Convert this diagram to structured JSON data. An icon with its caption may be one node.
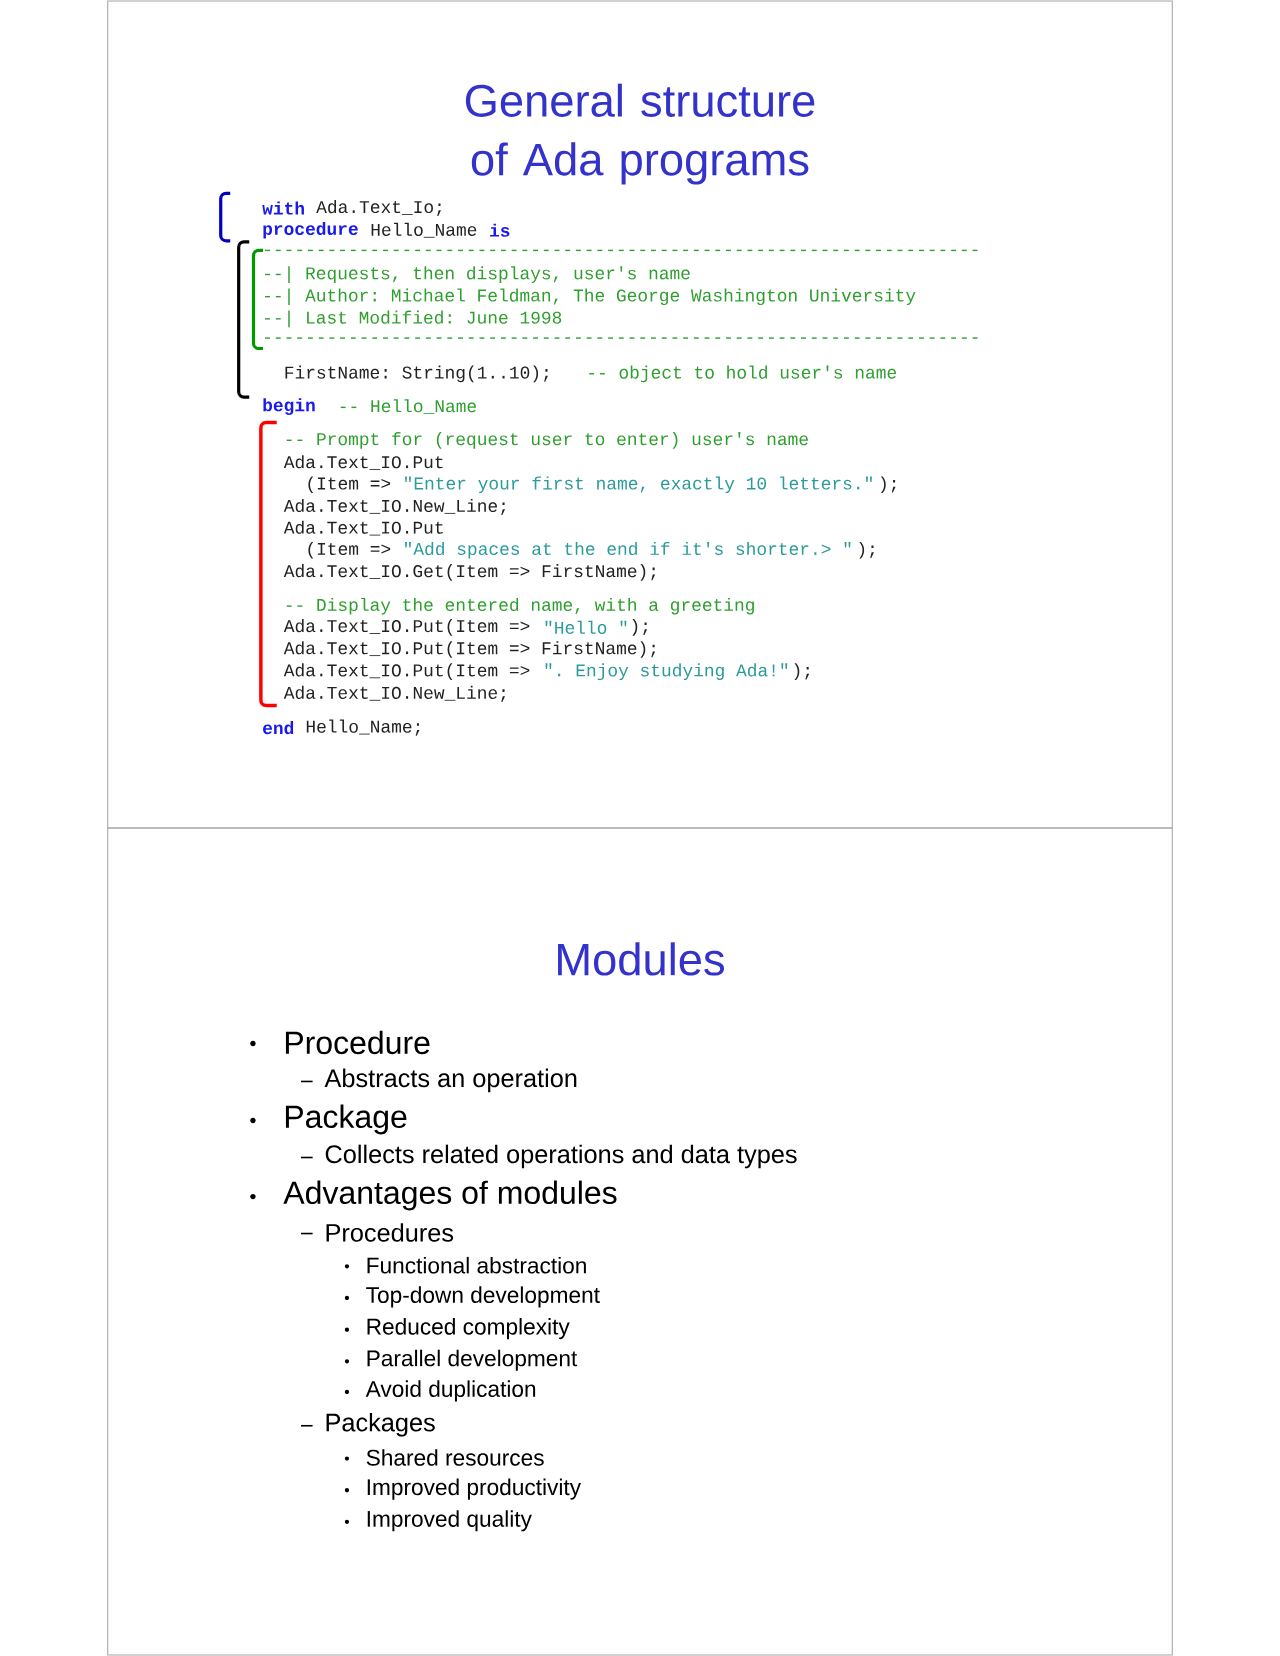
{
  "diagram": {
    "title": "General structure of Ada programs",
    "labels": [
      "with",
      "Ada.Text_Io;",
      "procedure",
      "Hello_Name",
      "is",
      "-------------------------------------------------------------------",
      "--| Requests, then displays, user's name",
      "--| Author: Michael Feldman, The George Washington University",
      "--| Last Modified: June 1998",
      "-------------------------------------------------------------------",
      "FirstName: String(1..10);",
      "-- object to hold user's name",
      "begin",
      "-- Hello_Name",
      "-- Prompt for (request user to enter) user's name",
      "Ada.Text_IO.Put",
      "(Item =>",
      "\"Enter your first name, exactly 10 letters.\"",
      ");",
      "Ada.Text_IO.New_Line;",
      "Ada.Text_IO.Put",
      "(Item =>",
      "\"Add spaces at the end if it's shorter.> \"",
      ");",
      "Ada.Text_IO.Get(Item => FirstName);",
      "-- Display the entered name, with a greeting",
      "Ada.Text_IO.Put(Item =>",
      "\"Hello \"",
      ");",
      "Ada.Text_IO.Put(Item => FirstName);",
      "Ada.Text_IO.Put(Item =>",
      "\". Enjoy studying Ada!\"",
      ");",
      "Ada.Text_IO.New_Line;",
      "end",
      "Hello_Name;",
      "Modules",
      "Procedure",
      "Abstracts an operation",
      "Package",
      "Collects related operations and data types",
      "Advantages of modules",
      "Procedures",
      "Functional abstraction",
      "Top-down development",
      "Reduced complexity",
      "Parallel development",
      "Avoid duplication",
      "Packages",
      "Shared resources",
      "Improved productivity",
      "Improved quality"
    ]
  }
}
